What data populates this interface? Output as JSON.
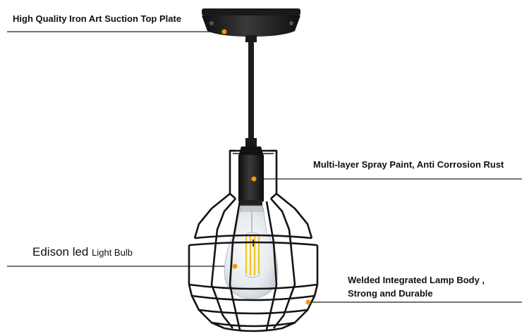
{
  "callouts": {
    "top_plate": "High Quality Iron Art Suction Top Plate",
    "spray_paint": "Multi-layer Spray Paint, Anti Corrosion Rust",
    "bulb_main": "Edison led",
    "bulb_sub": "Light Bulb",
    "lamp_body_line1": "Welded Integrated Lamp Body ,",
    "lamp_body_line2": "Strong and Durable"
  },
  "colors": {
    "metal": "#1a1a1a",
    "dot": "#f39800",
    "glass": "#e9edf1",
    "filament": "#f7d23c",
    "line": "#222222"
  }
}
